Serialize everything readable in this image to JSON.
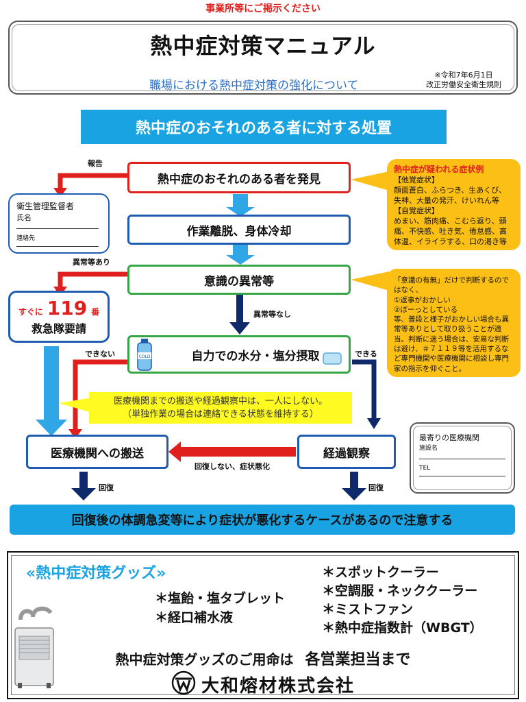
{
  "header": {
    "notice": "事業所等にご掲示ください",
    "title": "熱中症対策マニュアル",
    "subtitle": "職場における熱中症対策の強化について",
    "date_note_line1": "※令和7年6月1日",
    "date_note_line2": "改正労働安全衛生規則"
  },
  "banner": "熱中症のおそれのある者に対する処置",
  "flow": {
    "discover": "熱中症のおそれのある者を発見",
    "cool": "作業離脱、身体冷却",
    "consciousness": "意識の異常等",
    "hydrate": "自力での水分・塩分摂取",
    "transport": "医療機関への搬送",
    "observe": "経過観察",
    "emergency_prefix": "すぐに",
    "emergency_number": "119",
    "emergency_suffix": "番",
    "emergency_call": "救急隊要請",
    "supervisor_title": "衛生管理監督者",
    "supervisor_name": "氏名",
    "supervisor_contact": "連絡先",
    "hospital_title": "最寄りの医療機関",
    "hospital_name": "施設名",
    "hospital_tel": "TEL"
  },
  "labels": {
    "report": "報告",
    "abnormal": "異常等あり",
    "no_abnormal": "異常等なし",
    "cannot": "できない",
    "can": "できる",
    "not_recovered": "回復しない、症状悪化",
    "recover_left": "回復",
    "recover_right": "回復"
  },
  "symptoms": {
    "title": "熱中症が疑われる症状例",
    "other_label": "【他覚症状】",
    "other_text": "顔面蒼白、ふらつき、生あくび、失神、大量の発汗、けいれん等",
    "self_label": "【自覚症状】",
    "self_text": "めまい、筋肉痛、こむら返り、頭痛、不快感、吐き気、倦怠感、高体温、イライラする、口の渇き等"
  },
  "judgement": {
    "text1": "「意識の有無」だけで判断するのではなく、",
    "text2": "①返事がおかしい",
    "text3": "②ぼーっとしている",
    "text4": "等、普段と様子がおかしい場合も異常等ありとして取り扱うことが適当。判断に迷う場合は、安易な判断は避け、＃７１１９等を活用するなど専門機関や医療機関に相談し専門家の指示を仰ぐこと。"
  },
  "caution": {
    "line1": "医療機関までの搬送や経過観察中は、一人にしない。",
    "line2": "（単独作業の場合は連絡できる状態を維持する）"
  },
  "bottom_banner": "回復後の体調急変等により症状が悪化するケースがあるので注意する",
  "goods": {
    "title": "«熱中症対策グッズ»",
    "items_left": [
      "＊塩飴・塩タブレット",
      "＊経口補水液"
    ],
    "items_right": [
      "＊スポットクーラー",
      "＊空調服・ネッククーラー",
      "＊ミストファン",
      "＊熱中症指数計（WBGT）"
    ],
    "order_text": "熱中症対策グッズのご用命は",
    "order_contact": "各営業担当まで",
    "company": "大和熔材株式会社",
    "bottle_label": "COLD"
  },
  "colors": {
    "red": "#e0201c",
    "blue": "#1f5bb0",
    "light_blue": "#1aa3e3",
    "green": "#35a545",
    "navy": "#0f2a6b",
    "orange": "#fbbf16",
    "yellow": "#fffb22"
  }
}
